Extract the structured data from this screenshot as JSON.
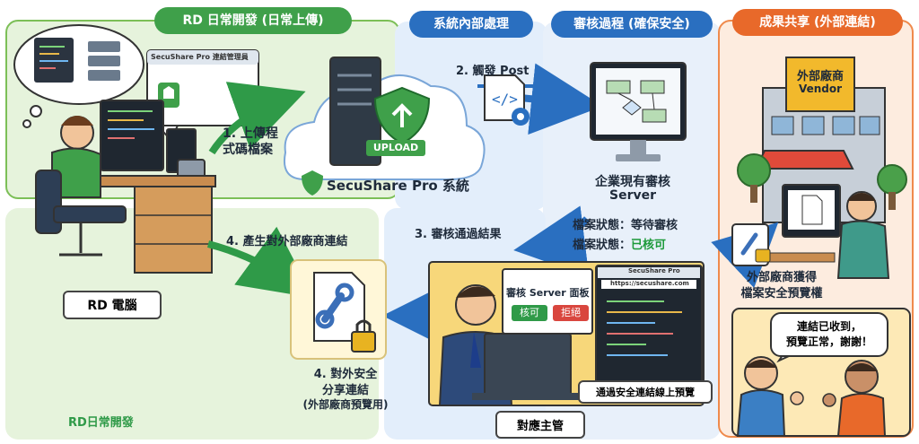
{
  "zones": {
    "rd_daily": "RD 日常開發 (日常上傳)",
    "system_internal": "系統內部處理",
    "review_process": "審核過程 (確保安全)",
    "share": "成果共享 (外部連結)"
  },
  "rd": {
    "cloud_window_title": "SecuShare Pro 連結管理員",
    "pc_label": "RD 電腦",
    "bottom_label": "RD日常開發"
  },
  "steps": {
    "step1": "1. 上傳程式碼檔案",
    "step2": "2. 觸發 Post",
    "step3": "3. 審核通過結果",
    "step4_create": "4. 產生對外部廠商連結",
    "step4_share_line1": "4. 對外安全",
    "step4_share_line2": "分享連結",
    "step4_share_line3": "(外部廠商預覽用)"
  },
  "system": {
    "upload_badge": "UPLOAD",
    "name": "SecuShare Pro 系統"
  },
  "review": {
    "server_line1": "企業現有審核",
    "server_line2": "Server",
    "status_pending": "檔案狀態：等待審核",
    "status_label": "檔案狀態：",
    "status_approved": "已核可"
  },
  "manager": {
    "panel_title": "審核 Server 面板",
    "approve": "核可",
    "reject": "拒絕",
    "browser_title": "SecuShare Pro",
    "url": "https://secushare.com",
    "preview_caption": "通過安全連結線上預覽",
    "name": "對應主管"
  },
  "vendor": {
    "sign_line1": "外部廠商",
    "sign_line2": "Vendor",
    "access_line1": "外部廠商獲得",
    "access_line2": "檔案安全預覽權",
    "reply_line1": "連結已收到，",
    "reply_line2": "預覽正常，謝謝！"
  },
  "colors": {
    "green": "#3fa04a",
    "blue": "#2a6fc0",
    "orange": "#e8692a",
    "approved": "#1d9a3a"
  }
}
